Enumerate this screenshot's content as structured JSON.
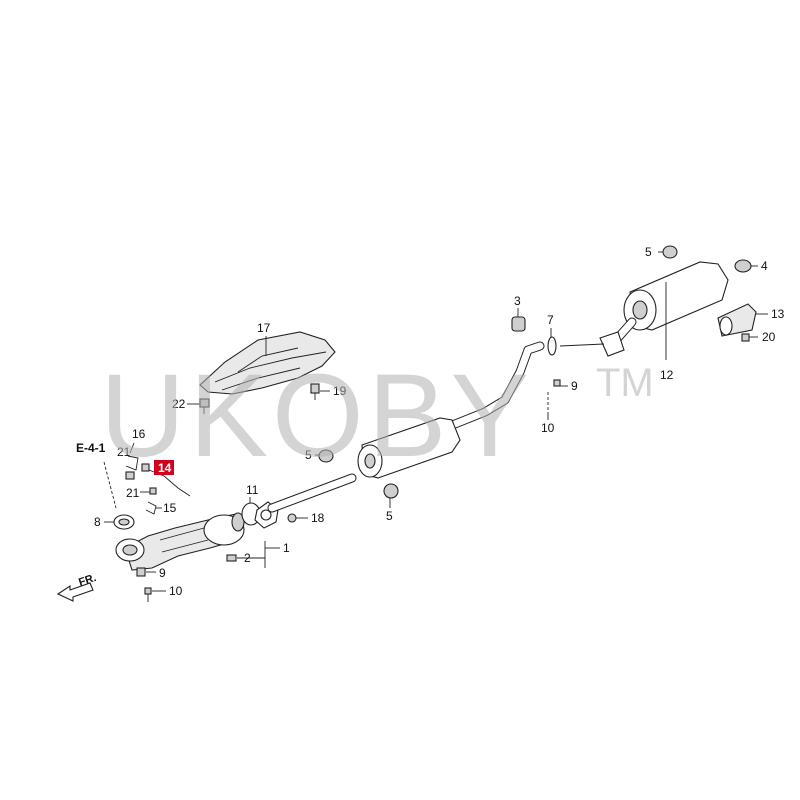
{
  "watermark": {
    "text": "UKOBY",
    "tm": "TM"
  },
  "reference": {
    "code": "E-4-1"
  },
  "direction": {
    "label": "FR."
  },
  "callouts": {
    "c1": "1",
    "c2": "2",
    "c3": "3",
    "c4": "4",
    "c5a": "5",
    "c5b": "5",
    "c5c": "5",
    "c7": "7",
    "c8": "8",
    "c9a": "9",
    "c9b": "9",
    "c10a": "10",
    "c10b": "10",
    "c11": "11",
    "c12": "12",
    "c13": "13",
    "c14": "14",
    "c15": "15",
    "c16": "16",
    "c17": "17",
    "c18": "18",
    "c19": "19",
    "c20": "20",
    "c21a": "21",
    "c21b": "21",
    "c22": "22"
  },
  "highlight": {
    "part": "14",
    "color": "#d0021b"
  }
}
